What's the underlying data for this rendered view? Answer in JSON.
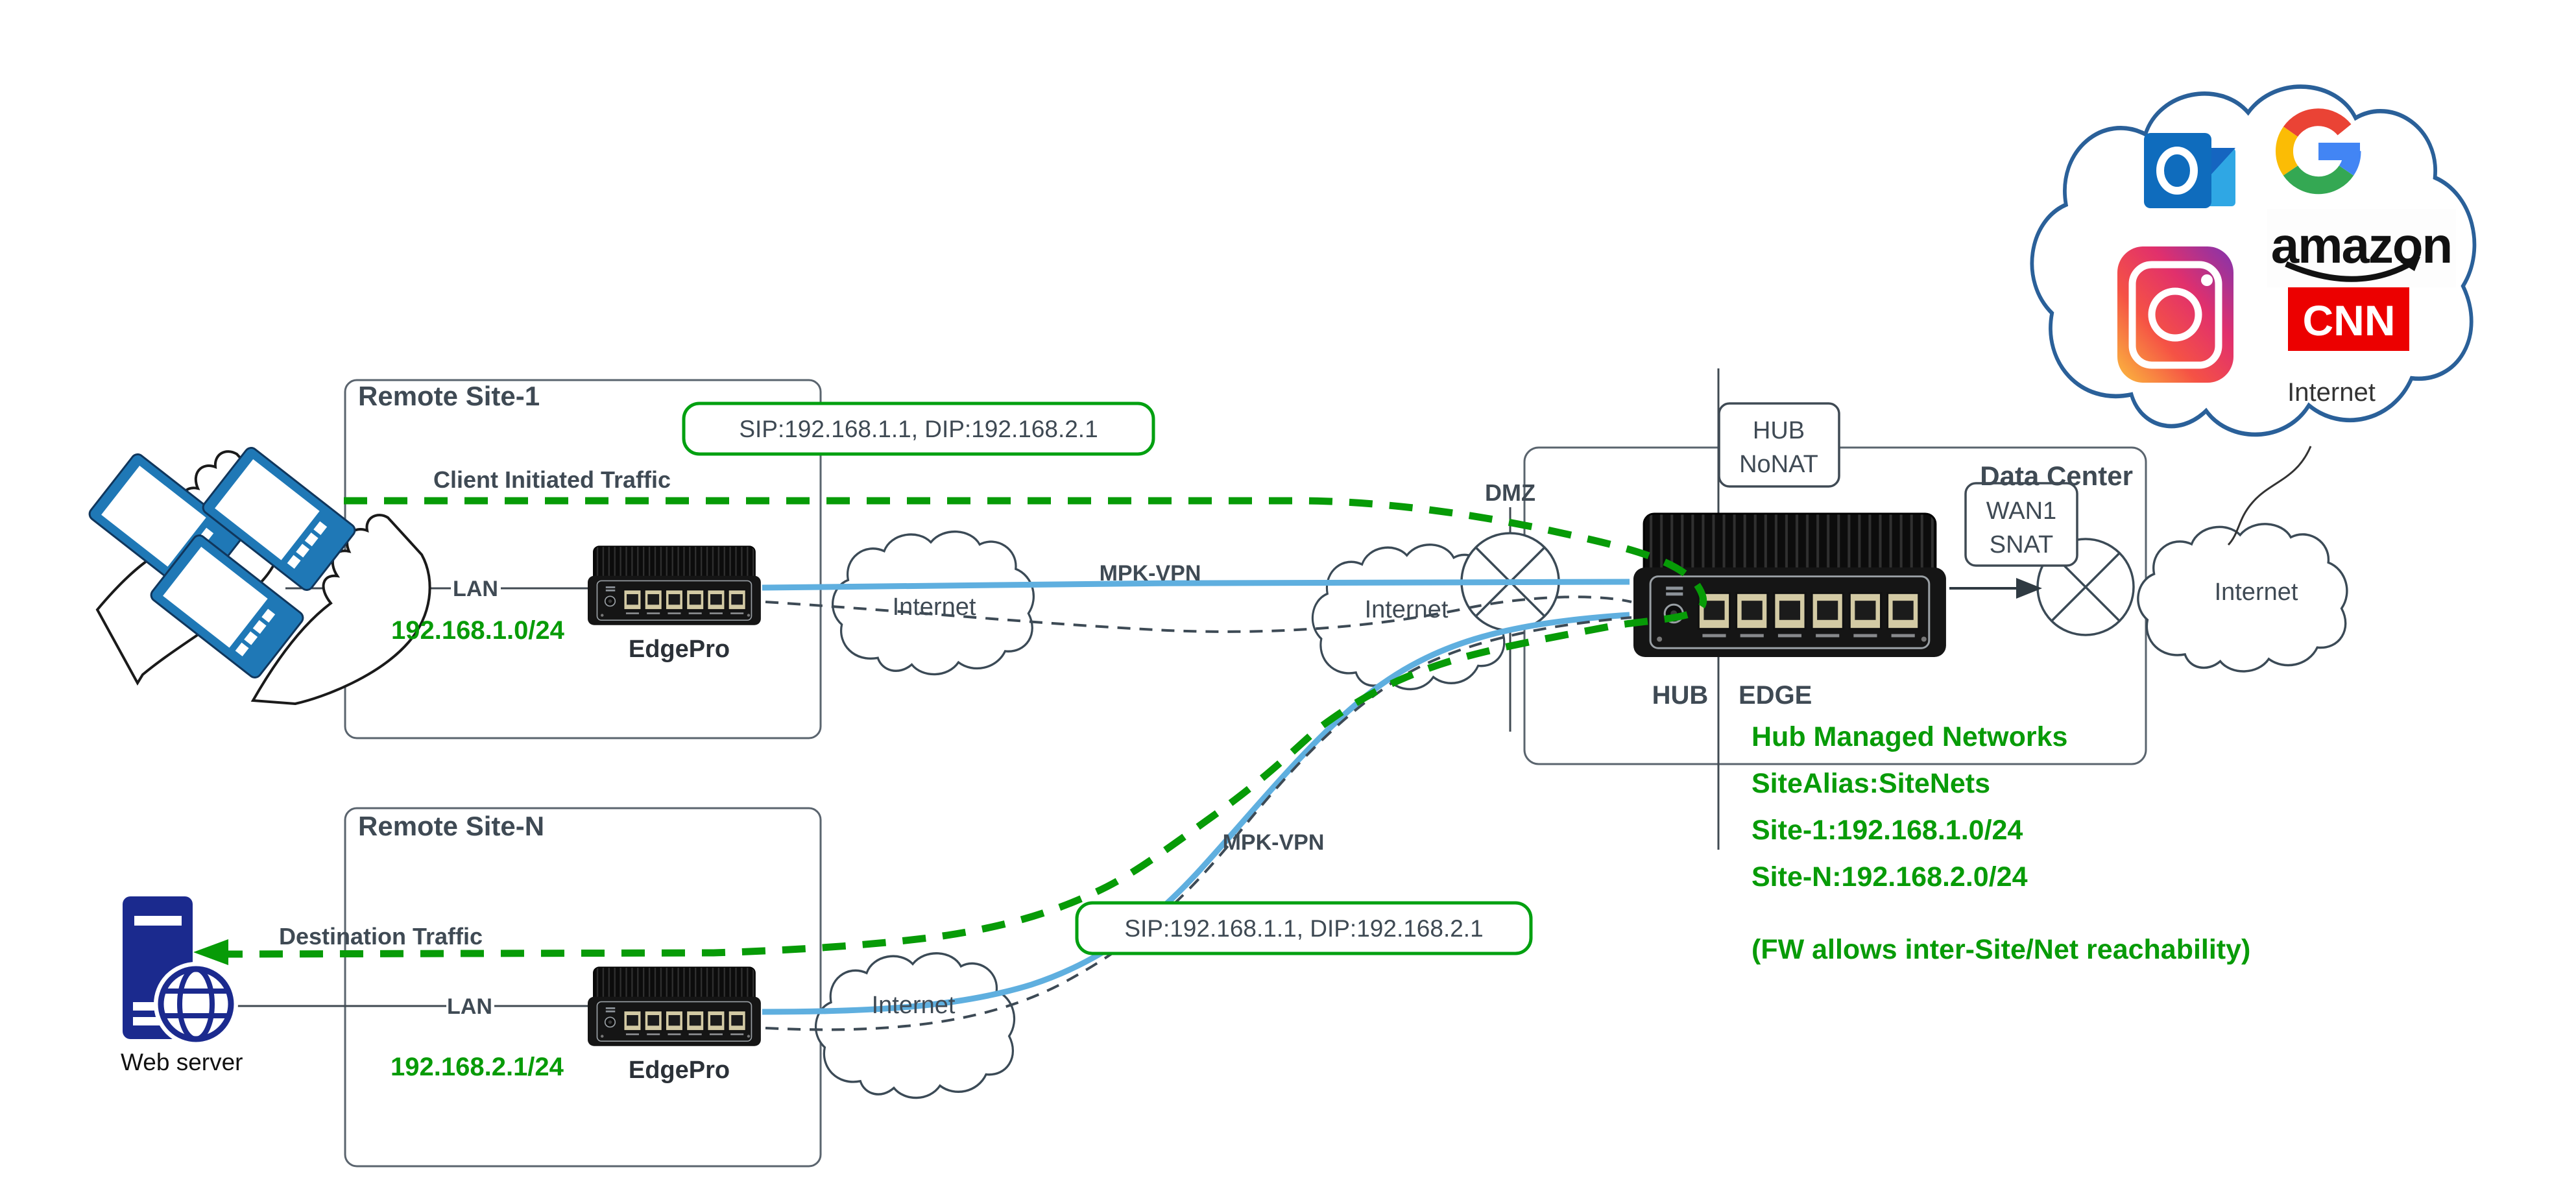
{
  "site1": {
    "title": "Remote Site-1",
    "traffic_label": "Client Initiated Traffic",
    "lan_label": "LAN",
    "subnet": "192.168.1.0/24",
    "device_label": "EdgePro"
  },
  "siteN": {
    "title": "Remote Site-N",
    "traffic_label": "Destination Traffic",
    "lan_label": "LAN",
    "subnet": "192.168.2.1/24",
    "device_label": "EdgePro",
    "server_label": "Web server"
  },
  "sip": {
    "top": "SIP:192.168.1.1, DIP:192.168.2.1",
    "bottom": "SIP:192.168.1.1, DIP:192.168.2.1"
  },
  "vpn": {
    "top": "MPK-VPN",
    "bottom": "MPK-VPN"
  },
  "clouds": {
    "internet1": "Internet",
    "internet2": "Internet",
    "internet3": "Internet",
    "right": "Internet",
    "top": "Internet"
  },
  "datacenter": {
    "title": "Data Center",
    "dmz": "DMZ",
    "hub_nonat_line1": "HUB",
    "hub_nonat_line2": "NoNAT",
    "wan_line1": "WAN1",
    "wan_line2": "SNAT",
    "hub_label": "HUB",
    "edge_label": "EDGE",
    "managed": [
      "Hub Managed Networks",
      "SiteAlias:SiteNets",
      "Site-1:192.168.1.0/24",
      "Site-N:192.168.2.0/24"
    ],
    "fw_note": "(FW allows inter-Site/Net reachability)"
  },
  "logos": {
    "amazon": "amazon",
    "cnn": "CNN"
  },
  "colors": {
    "traffic_green": "#089b08",
    "tunnel_blue": "#5fafdf",
    "accent_border_green": "#00a010",
    "navy": "#1b2a8e",
    "phone_blue": "#1f78b6"
  }
}
